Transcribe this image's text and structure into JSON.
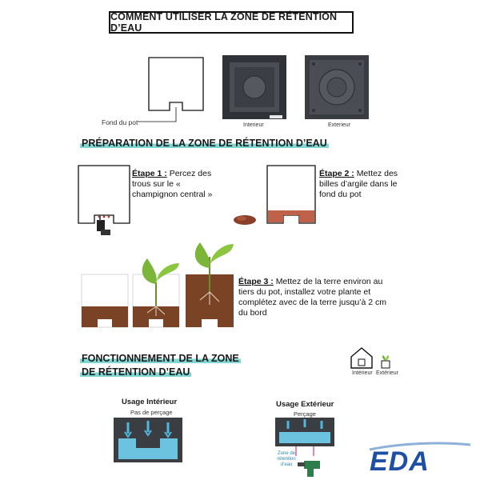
{
  "title": "COMMENT UTILISER LA ZONE DE RÉTENTION D’EAU",
  "top": {
    "fond_label": "Fond du pot",
    "interior_label": "Interieur",
    "exterior_label": "Exterieur"
  },
  "section1": {
    "title": "PRÉPARATION DE LA ZONE DE RÉTENTION D’EAU",
    "step1": {
      "label": "Étape 1 :",
      "text": "Percez des trous sur le « champignon central »"
    },
    "step2": {
      "label": "Étape 2 :",
      "text": "Mettez des billes d’argile dans le fond du pot"
    },
    "step3": {
      "label": "Étape 3 :",
      "text": "Mettez de la terre environ au tiers du pot, installez votre plante et complétez avec de la terre jusqu’à 2 cm du bord"
    }
  },
  "section2": {
    "title_line1": "FONCTIONNEMENT DE LA ZONE",
    "title_line2": "DE RÉTENTION D’EAU",
    "interior_icon_label": "Intérieur",
    "exterior_icon_label": "Extérieur",
    "usage_interior": {
      "title": "Usage Intérieur",
      "sub": "Pas de perçage"
    },
    "usage_exterior": {
      "title": "Usage Extérieur",
      "sub": "Perçage",
      "zone_label": "Zone de rétention d’eau"
    }
  },
  "brand": {
    "name": "EDA"
  },
  "colors": {
    "accent_teal": "#7fd6d3",
    "soil": "#7a4326",
    "clay": "#c0624a",
    "brand_blue": "#1f4fa3",
    "water": "#4fb7e0",
    "pot_dark": "#3a3d42"
  }
}
